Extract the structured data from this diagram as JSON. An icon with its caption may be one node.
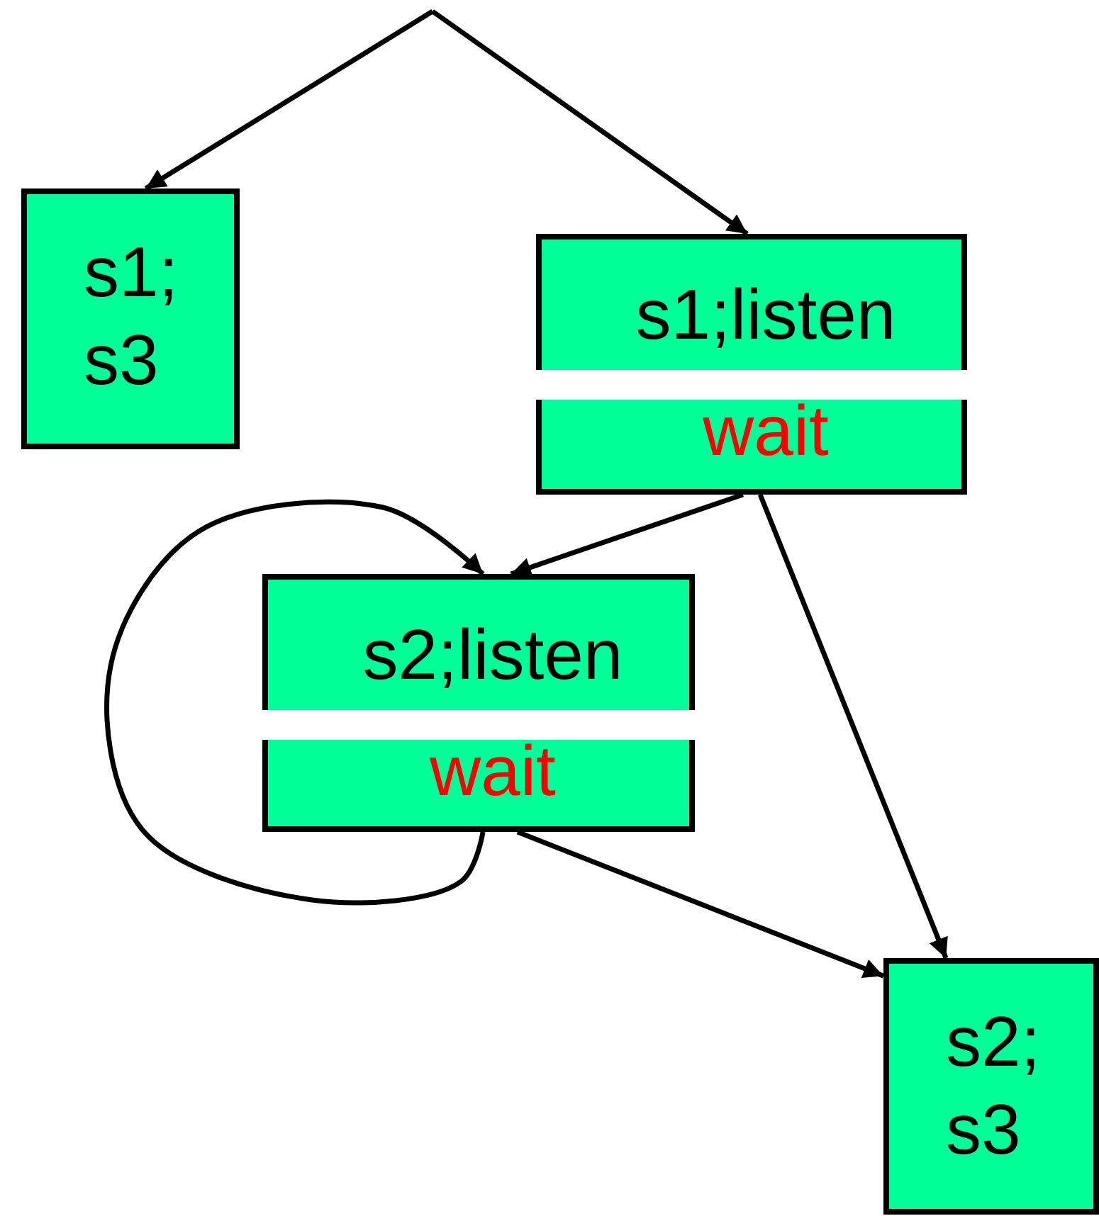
{
  "diagram": {
    "nodes": [
      {
        "text": [
          "s1; s3"
        ]
      },
      {
        "text": [
          "s1;listen",
          "wait"
        ]
      },
      {
        "text": [
          "s2;listen",
          "wait"
        ]
      },
      {
        "text": [
          "s2; s3"
        ]
      }
    ],
    "edges": [
      {
        "from": null,
        "to": 0,
        "arrow": "to"
      },
      {
        "from": null,
        "to": 1,
        "arrow": "to"
      },
      {
        "from": 1,
        "to": 2,
        "arrow": "to"
      },
      {
        "from": 1,
        "to": 3,
        "arrow": "to"
      },
      {
        "from": 2,
        "to": 3,
        "arrow": "to"
      },
      {
        "from": 2,
        "to": 2,
        "arrow": "to"
      }
    ]
  }
}
